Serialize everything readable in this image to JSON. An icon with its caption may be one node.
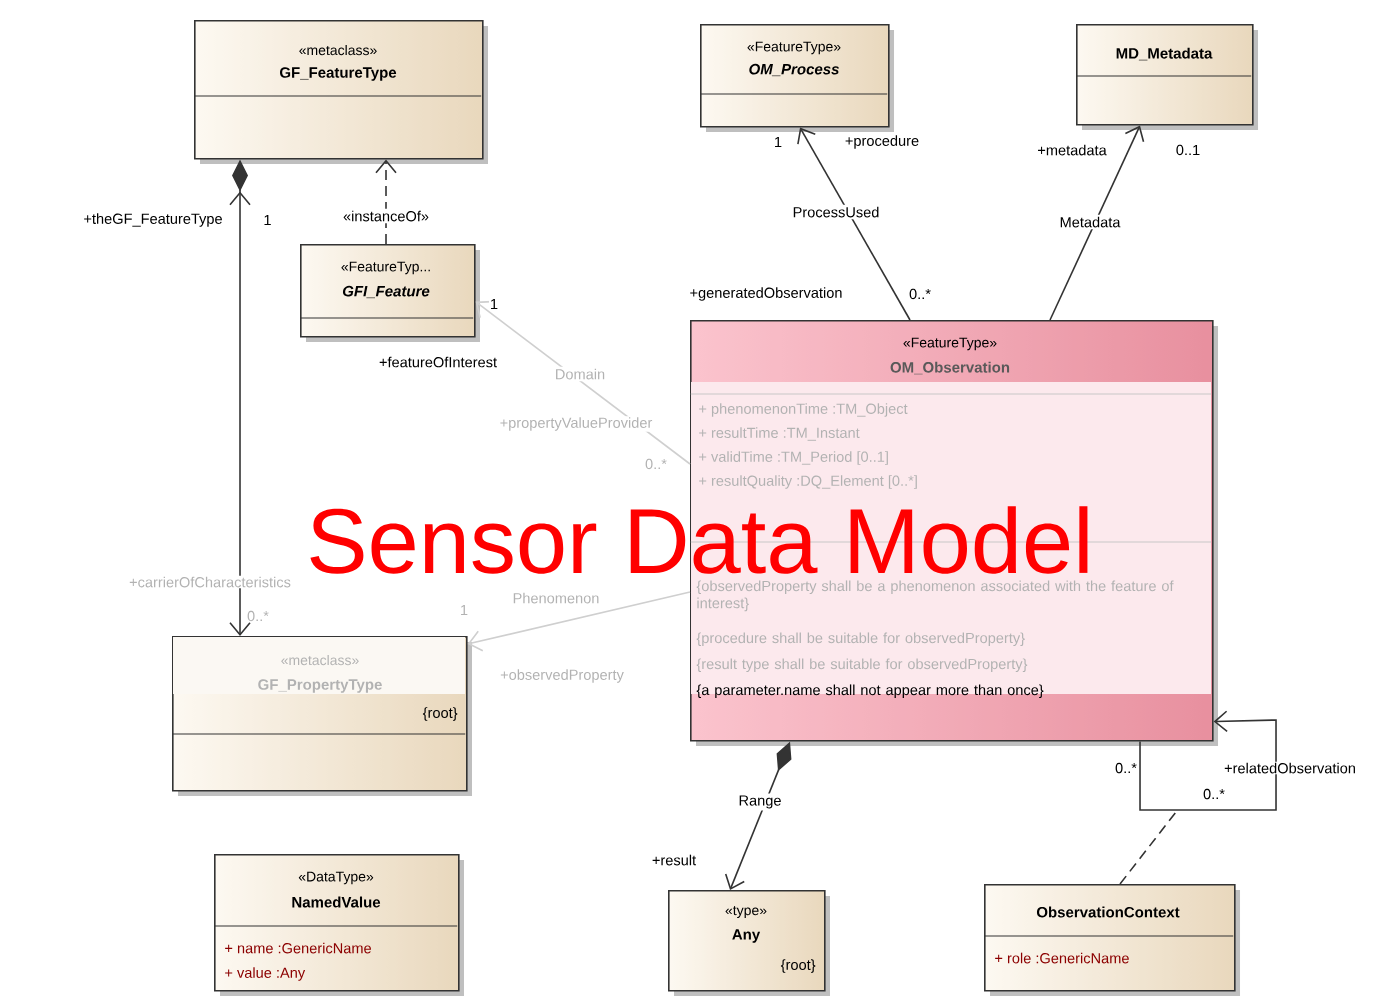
{
  "diagram": {
    "title": "Sensor Data Model",
    "nodes": [
      {
        "text": [
          "«metaclass»",
          "GF_FeatureType"
        ]
      },
      {
        "text": [
          "«FeatureType»",
          "OM_Process"
        ]
      },
      {
        "text": [
          "MD_Metadata"
        ]
      },
      {
        "text": [
          "«FeatureTyp...",
          "GFI_Feature"
        ]
      },
      {
        "text": [
          "«FeatureType»",
          "OM_Observation",
          "+ phenomenonTime :TM_Object",
          "+ resultTime :TM_Instant",
          "+ validTime :TM_Period [0..1]",
          "+ resultQuality :DQ_Element [0..*]",
          "{observedProperty shall be a phenomenon associated with the feature of interest}",
          "{procedure shall be suitable for observedProperty}",
          "{result type shall be suitable for observedProperty}",
          "{a parameter.name shall not appear more than once}"
        ]
      },
      {
        "text": [
          "«metaclass»",
          "GF_PropertyType",
          "{root}"
        ]
      },
      {
        "text": [
          "«DataType»",
          "NamedValue",
          "+ name :GenericName",
          "+ value :Any"
        ]
      },
      {
        "text": [
          "«type»",
          "Any",
          "{root}"
        ]
      },
      {
        "text": [
          "ObservationContext",
          "+ role :GenericName"
        ]
      }
    ],
    "edges": [
      {
        "from": 0,
        "to": 5,
        "arrow": "both"
      },
      {
        "from": 3,
        "to": 0,
        "arrow": "to",
        "style": "dashed",
        "label": "«instanceOf»"
      },
      {
        "from": 4,
        "to": 3,
        "arrow": "to",
        "color": "#cfcfcf",
        "label": "Domain"
      },
      {
        "from": 4,
        "to": 1,
        "arrow": "to",
        "label": "ProcessUsed"
      },
      {
        "from": 4,
        "to": 2,
        "arrow": "to",
        "label": "Metadata"
      },
      {
        "from": 4,
        "to": 5,
        "arrow": "to",
        "color": "#cfcfcf",
        "label": "Phenomenon"
      },
      {
        "from": 4,
        "to": 7,
        "arrow": "to",
        "label": "Range"
      },
      {
        "from": 4,
        "to": 4,
        "arrow": "to"
      },
      {
        "from": 8,
        "to": null,
        "arrow": "none",
        "style": "dashed"
      }
    ],
    "labels": [
      "+theGF_FeatureType",
      "1",
      "+featureOfInterest",
      "1",
      "+propertyValueProvider",
      "0..*",
      "+generatedObservation",
      "0..*",
      "1",
      "+procedure",
      "+metadata",
      "0..1",
      "+carrierOfCharacteristics",
      "0..*",
      "1",
      "+observedProperty",
      "0..*",
      "+relatedObservation",
      "0..*",
      "+result"
    ]
  }
}
